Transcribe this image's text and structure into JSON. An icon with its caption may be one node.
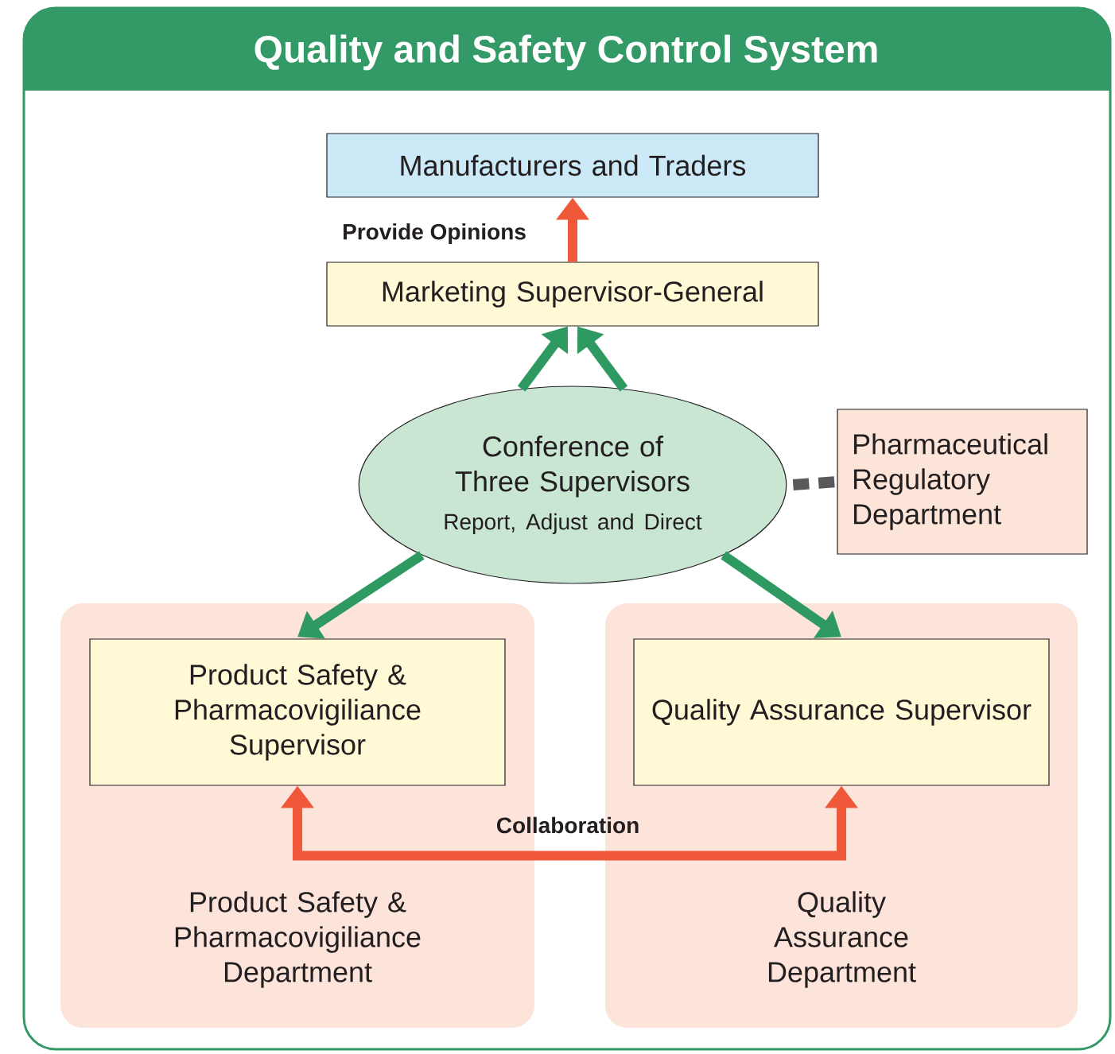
{
  "diagram": {
    "title": "Quality and Safety Control System",
    "nodes": [
      {
        "text": [
          "Manufacturers and Traders"
        ]
      },
      {
        "text": [
          "Marketing Supervisor-General"
        ]
      },
      {
        "text": [
          "Conference of Three Supervisors",
          "Report, Adjust and Direct"
        ]
      },
      {
        "text": [
          "Pharmaceutical Regulatory Department"
        ]
      },
      {
        "text": [
          "Product Safety & Pharmacovigiliance Department"
        ]
      },
      {
        "text": [
          "Product Safety & Pharmacovigiliance Supervisor"
        ],
        "in": 4
      },
      {
        "text": [
          "Quality Assurance Department"
        ]
      },
      {
        "text": [
          "Quality Assurance Supervisor"
        ],
        "in": 6
      }
    ],
    "edges": [
      {
        "from": 1,
        "to": 0,
        "arrow": "to",
        "label": "Provide Opinions",
        "color": "#f0583a"
      },
      {
        "from": 2,
        "to": 1,
        "arrow": "to"
      },
      {
        "from": 2,
        "to": 1,
        "arrow": "to"
      },
      {
        "from": 2,
        "to": 5,
        "arrow": "to"
      },
      {
        "from": 2,
        "to": 7,
        "arrow": "to"
      },
      {
        "from": 2,
        "to": 3,
        "arrow": "none",
        "style": "dashed",
        "color": "#58595b"
      },
      {
        "from": 5,
        "to": 7,
        "arrow": "both",
        "label": "Collaboration",
        "color": "#f0583a"
      }
    ]
  }
}
